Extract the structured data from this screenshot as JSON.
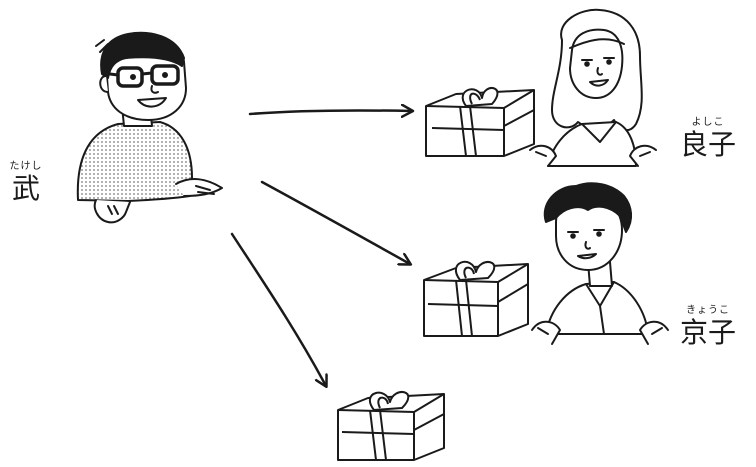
{
  "characters": {
    "giver": {
      "name": "武",
      "reading": "たけし"
    },
    "recipient_1": {
      "name": "良子",
      "reading": "よしこ"
    },
    "recipient_2": {
      "name": "京子",
      "reading": "きょうこ"
    }
  },
  "colors": {
    "ink": "#1a1a1a",
    "shirt_dots": "#8a8a8a",
    "background": "#ffffff"
  },
  "icons": [
    "person-illustration",
    "gift-box-icon",
    "arrow-icon"
  ]
}
